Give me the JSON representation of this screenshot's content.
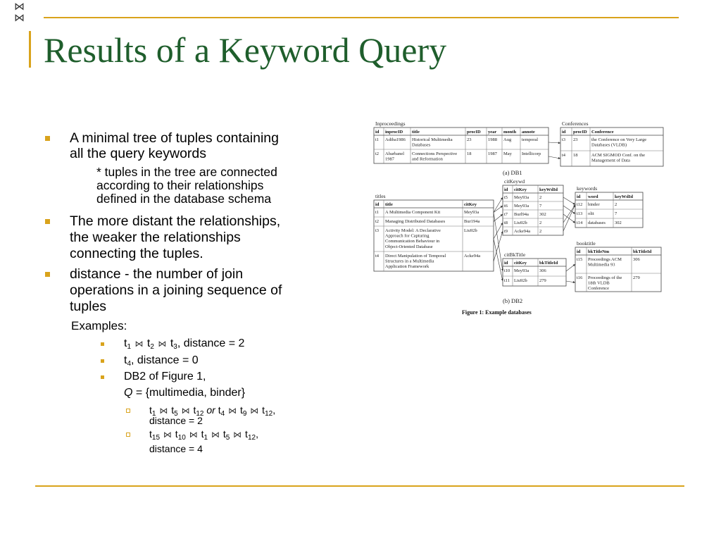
{
  "slide": {
    "corner_icon": "⋈",
    "title": "Results of a Keyword Query",
    "bullet1_line1": "A minimal tree of tuples containing",
    "bullet1_line2": "all the query keywords",
    "note_line1": "* tuples in the tree are connected",
    "note_line2": "according to their relationships",
    "note_line3": "defined in the database schema",
    "bullet2_line1": "The more distant the relationships,",
    "bullet2_line2": "the weaker the relationships",
    "bullet2_line3": "connecting the tuples.",
    "bullet3_line1": "distance - the number of join",
    "bullet3_line2": "operations in a joining sequence of",
    "bullet3_line3": "tuples",
    "examples_label": "Examples:",
    "ex1_suffix": ", distance = 2",
    "ex2_suffix": ", distance = 0",
    "ex3_label": "DB2 of Figure 1,",
    "query_q": "Q",
    "query_rest": " = {multimedia, binder}",
    "or_word": "or",
    "sub1_dist": "distance = 2",
    "sub2_dist": "distance = 4"
  },
  "figure": {
    "inproceedings": {
      "name": "Inproceedings",
      "columns": [
        "id",
        "inprocID",
        "title",
        "procID",
        "year",
        "month",
        "annote"
      ],
      "rows": [
        [
          "t1",
          "Adiba1986",
          "Historical Multimedia Databases",
          "23",
          "1988",
          "Aug",
          "temporal"
        ],
        [
          "t2",
          "Abarbanel 1987",
          "Connections Perspective and Reformation",
          "18",
          "1987",
          "May",
          "Intellicorp"
        ]
      ]
    },
    "conferences": {
      "name": "Conferences",
      "columns": [
        "id",
        "procID",
        "Conference"
      ],
      "rows": [
        [
          "t3",
          "23",
          "the Conference on Very Large Databases (VLDB)"
        ],
        [
          "t4",
          "18",
          "ACM SIGMOD Conf. on the Management of Data"
        ]
      ]
    },
    "db1_caption": "(a) DB1",
    "titles": {
      "name": "titles",
      "columns": [
        "id",
        "title",
        "citKey"
      ],
      "rows": [
        [
          "t1",
          "A Multimedia Component Kit",
          "Mey93a"
        ],
        [
          "t2",
          "Managing Distributed Databases",
          "Bur194a"
        ],
        [
          "t3",
          "Activity Model: A Declarative Approach for Capturing Communication Behaviour in Object-Oriented Database",
          "Liu92b"
        ],
        [
          "t4",
          "Direct Manipulation of Temporal Structures in a Multimedia Application Framework",
          "Acke94a"
        ]
      ]
    },
    "citkeywd": {
      "name": "citKeywd",
      "columns": [
        "id",
        "citKey",
        "keyWdId"
      ],
      "rows": [
        [
          "t5",
          "Mey93a",
          "2"
        ],
        [
          "t6",
          "Mey93a",
          "7"
        ],
        [
          "t7",
          "Burl94a",
          "302"
        ],
        [
          "t8",
          "Liu92b",
          "2"
        ],
        [
          "t9",
          "Acke94a",
          "2"
        ]
      ]
    },
    "keywords": {
      "name": "keywords",
      "columns": [
        "id",
        "word",
        "keyWdId"
      ],
      "rows": [
        [
          "t12",
          "binder",
          "2"
        ],
        [
          "t13",
          "olit",
          "7"
        ],
        [
          "t14",
          "databases",
          "302"
        ]
      ]
    },
    "citbktitle": {
      "name": "citBkTitle",
      "columns": [
        "id",
        "citKey",
        "bkTitleId"
      ],
      "rows": [
        [
          "t10",
          "Mey93a",
          "306"
        ],
        [
          "t11",
          "Liu92b",
          "279"
        ]
      ]
    },
    "booktitle": {
      "name": "booktitle",
      "columns": [
        "id",
        "bkTitleNm",
        "bkTitleId"
      ],
      "rows": [
        [
          "t15",
          "Proceedings ACM Multimedia 93",
          "306"
        ],
        [
          "t16",
          "Proceedings of the 18th VLDB Conference",
          "279"
        ]
      ]
    },
    "db2_caption": "(b) DB2",
    "figure_caption": "Figure 1: Example databases"
  }
}
